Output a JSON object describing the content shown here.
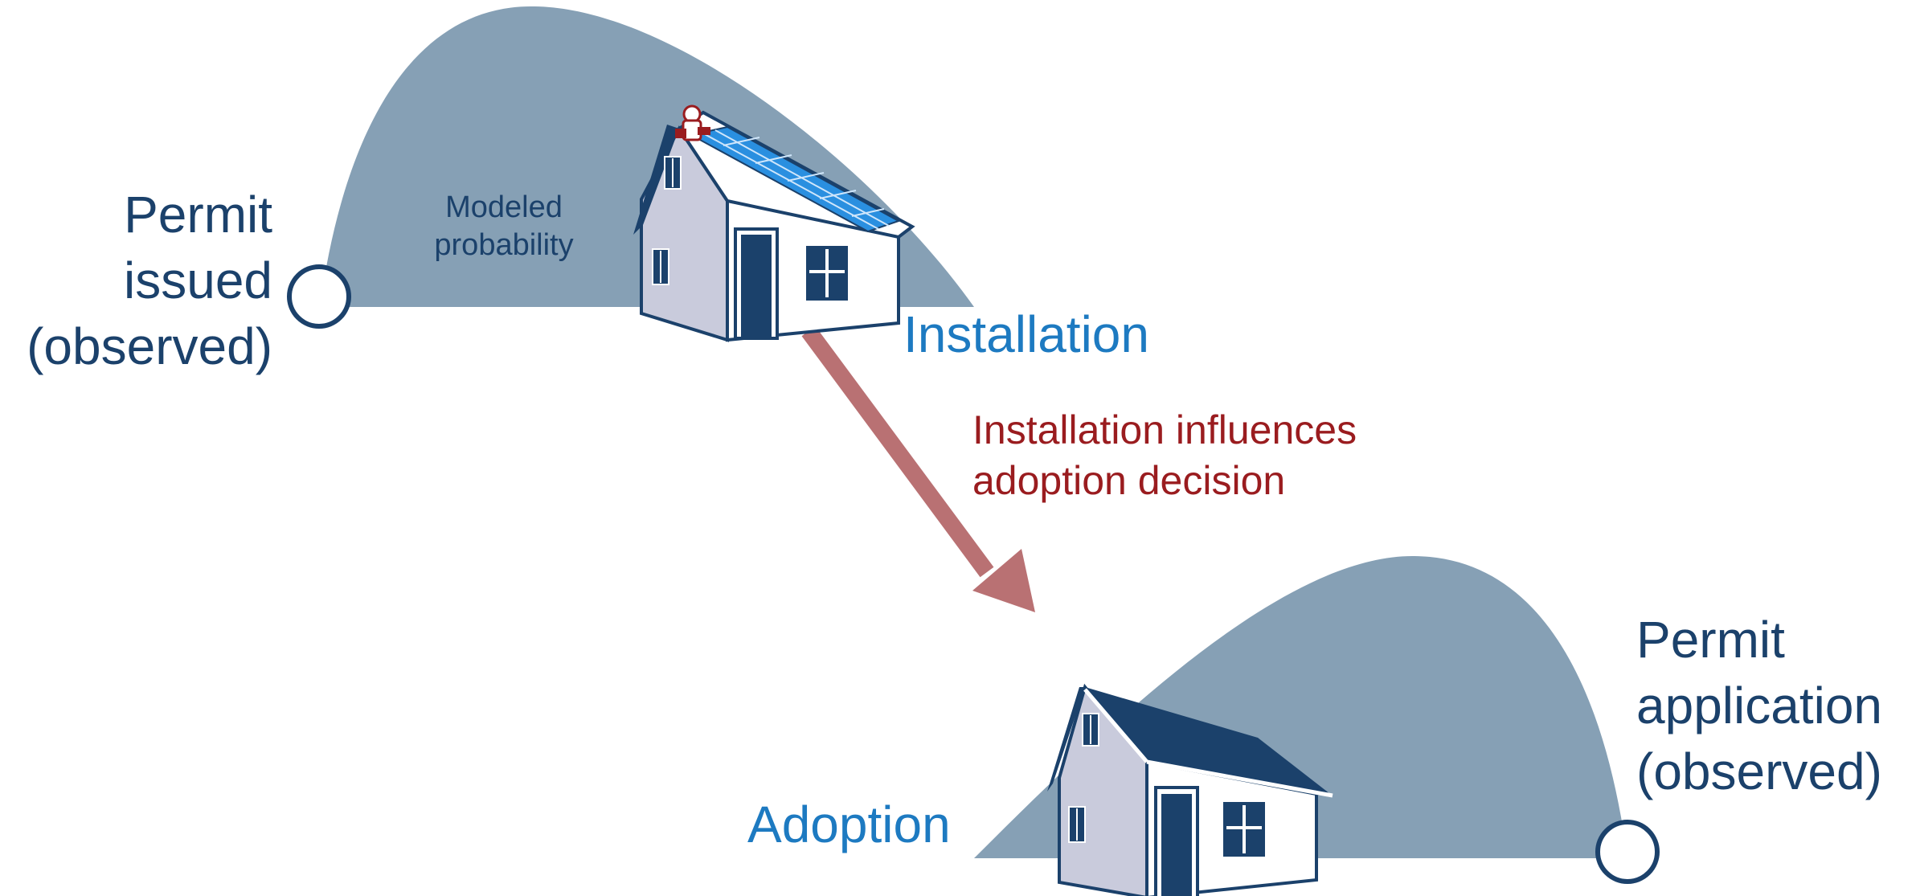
{
  "colors": {
    "probability_fill": "#86a0b5",
    "navy": "#1b416b",
    "accent_blue": "#1d7ac1",
    "arrow": "#b97173",
    "influence_text": "#9a1c1f",
    "panel": "#2a8fe0",
    "wall_side": "#c9cbdc"
  },
  "top": {
    "permit_label": {
      "line1": "Permit",
      "line2": "issued",
      "line3": "(observed)"
    },
    "modeled_label": {
      "line1": "Modeled",
      "line2": "probability"
    },
    "event_label": "Installation"
  },
  "influence": {
    "line1": "Installation influences",
    "line2": "adoption decision"
  },
  "bottom": {
    "permit_label": {
      "line1": "Permit",
      "line2": "application",
      "line3": "(observed)"
    },
    "event_label": "Adoption"
  },
  "icons": [
    "house-with-solar-icon",
    "worker-icon",
    "house-icon",
    "observation-marker-icon"
  ]
}
